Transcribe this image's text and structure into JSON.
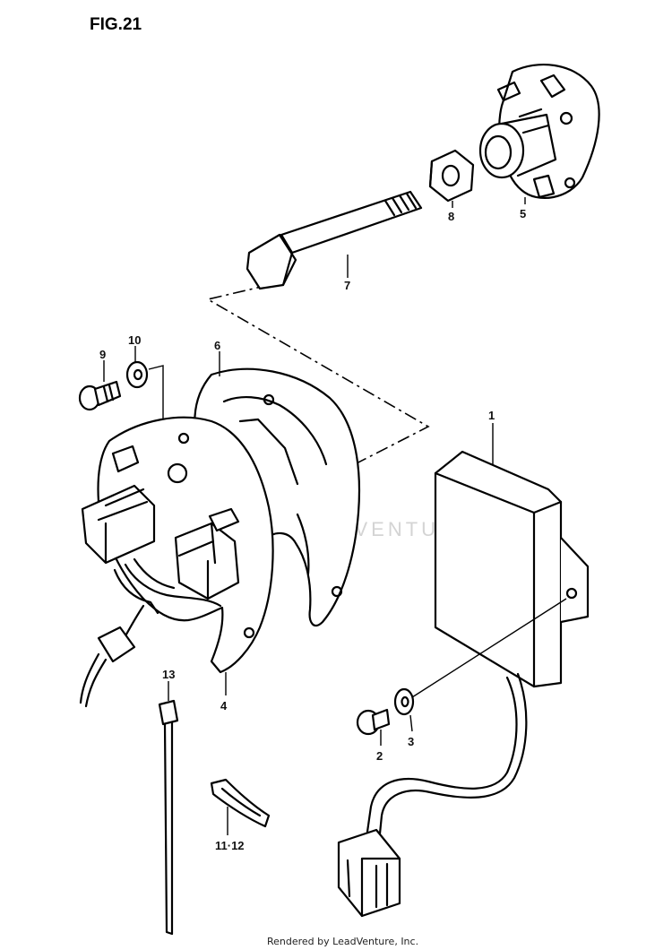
{
  "figure": {
    "title": "FIG.21"
  },
  "callouts": [
    {
      "id": "1",
      "label": "1",
      "part": "cdi-unit"
    },
    {
      "id": "2",
      "label": "2",
      "part": "screw"
    },
    {
      "id": "3",
      "label": "3",
      "part": "washer"
    },
    {
      "id": "4",
      "label": "4",
      "part": "stator-plate"
    },
    {
      "id": "5",
      "label": "5",
      "part": "pickup-coil-assembly"
    },
    {
      "id": "6",
      "label": "6",
      "part": "gasket"
    },
    {
      "id": "7",
      "label": "7",
      "part": "bolt"
    },
    {
      "id": "8",
      "label": "8",
      "part": "nut"
    },
    {
      "id": "9",
      "label": "9",
      "part": "screw"
    },
    {
      "id": "10",
      "label": "10",
      "part": "washer"
    },
    {
      "id": "11-12",
      "label": "11·12",
      "part": "clamp"
    },
    {
      "id": "13",
      "label": "13",
      "part": "cable-tie"
    }
  ],
  "watermark": {
    "text": "LEADVENTURE"
  },
  "footer": {
    "credit": "Rendered by LeadVenture, Inc."
  }
}
